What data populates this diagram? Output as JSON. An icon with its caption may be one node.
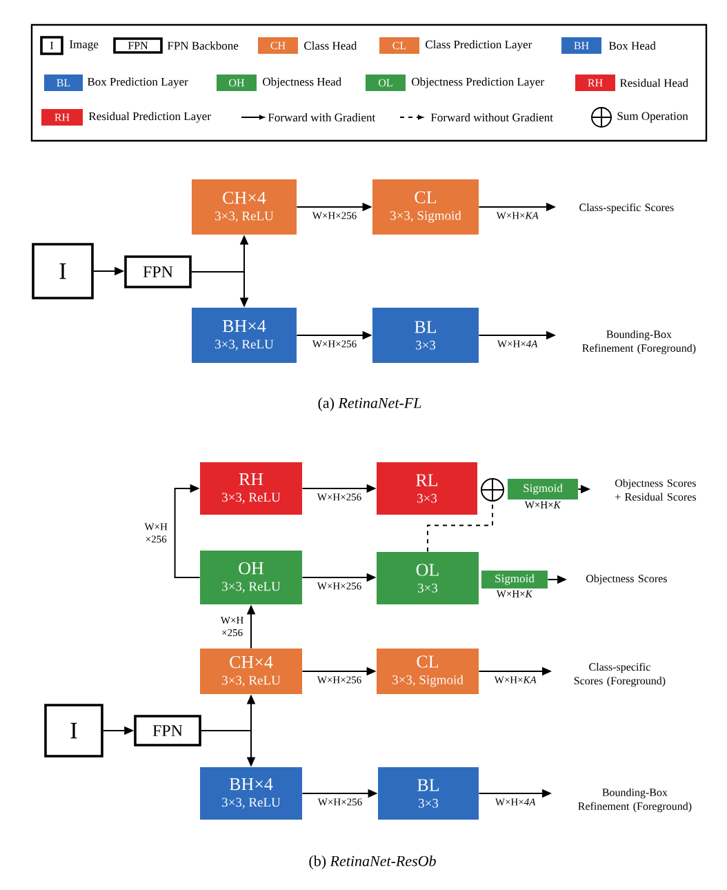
{
  "diagram": {
    "nodes": [
      {
        "text": [
          "I"
        ]
      },
      {
        "text": [
          "FPN"
        ]
      },
      {
        "text": [
          "CH×4",
          "3×3, ReLU"
        ]
      },
      {
        "text": [
          "CL",
          "3×3, Sigmoid"
        ]
      },
      {
        "text": [
          "BH×4",
          "3×3, ReLU"
        ]
      },
      {
        "text": [
          "BL",
          "3×3"
        ]
      },
      {
        "text": [
          "Class-specific Scores"
        ]
      },
      {
        "text": [
          "Bounding-Box Refinement (Foreground)"
        ]
      },
      {
        "text": [
          "RH",
          "3×3, ReLU"
        ]
      },
      {
        "text": [
          "RL",
          "3×3"
        ]
      },
      {
        "text": [],
        "shape": "circle"
      },
      {
        "text": [
          "Sigmoid"
        ],
        "beside": [
          "W×H×*K*"
        ]
      },
      {
        "text": [
          "Objectness Scores + Residual Scores"
        ]
      },
      {
        "text": [
          "OH",
          "3×3, ReLU"
        ]
      },
      {
        "text": [
          "OL",
          "3×3"
        ]
      },
      {
        "text": [
          "Sigmoid"
        ],
        "beside": [
          "W×H×*K*"
        ]
      },
      {
        "text": [
          "Objectness Scores"
        ]
      },
      {
        "text": [
          "I"
        ]
      },
      {
        "text": [
          "FPN"
        ]
      },
      {
        "text": [
          "CH×4",
          "3×3, ReLU"
        ]
      },
      {
        "text": [
          "CL",
          "3×3, Sigmoid"
        ]
      },
      {
        "text": [
          "BH×4",
          "3×3, ReLU"
        ]
      },
      {
        "text": [
          "BL",
          "3×3"
        ]
      },
      {
        "text": [
          "Class-specific Scores (Foreground)"
        ]
      },
      {
        "text": [
          "Bounding-Box Refinement (Foreground)"
        ]
      }
    ],
    "edges": [
      {
        "from": 0,
        "to": 1,
        "arrow": "to"
      },
      {
        "from": 1,
        "to": 2,
        "arrow": "to"
      },
      {
        "from": 1,
        "to": 4,
        "arrow": "to"
      },
      {
        "from": 2,
        "to": 3,
        "arrow": "to",
        "label": "W×H×256"
      },
      {
        "from": 3,
        "to": 6,
        "arrow": "to",
        "label": "W×H×*KA*"
      },
      {
        "from": 4,
        "to": 5,
        "arrow": "to",
        "label": "W×H×256"
      },
      {
        "from": 5,
        "to": 7,
        "arrow": "to",
        "label": "W×H×*4A*"
      },
      {
        "from": 17,
        "to": 18,
        "arrow": "to"
      },
      {
        "from": 18,
        "to": 19,
        "arrow": "to"
      },
      {
        "from": 18,
        "to": 21,
        "arrow": "to"
      },
      {
        "from": 19,
        "to": 13,
        "arrow": "to",
        "label": "W×H ×256"
      },
      {
        "from": 13,
        "to": 8,
        "arrow": "to",
        "label": "W×H ×256"
      },
      {
        "from": 8,
        "to": 9,
        "arrow": "to",
        "label": "W×H×256"
      },
      {
        "from": 14,
        "to": 10,
        "arrow": "none",
        "style": "dashed"
      },
      {
        "from": 11,
        "to": 12,
        "arrow": "to"
      },
      {
        "from": 13,
        "to": 14,
        "arrow": "to",
        "label": "W×H×256"
      },
      {
        "from": 15,
        "to": 16,
        "arrow": "to"
      },
      {
        "from": 19,
        "to": 20,
        "arrow": "to",
        "label": "W×H×256"
      },
      {
        "from": 20,
        "to": 23,
        "arrow": "to",
        "label": "W×H×*KA*"
      },
      {
        "from": 21,
        "to": 22,
        "arrow": "to",
        "label": "W×H×256"
      },
      {
        "from": 22,
        "to": 24,
        "arrow": "to",
        "label": "W×H×*4A*"
      }
    ],
    "labels": [
      "I",
      "FPN",
      "CH",
      "CL",
      "BH",
      "BL",
      "OH",
      "OL",
      "RH",
      "RH",
      "(a) *RetinaNet-FL*",
      "(b) *RetinaNet-ResOb*"
    ],
    "legend": [
      {
        "text": "Image"
      },
      {
        "text": "FPN Backbone"
      },
      {
        "text": "Class Head",
        "color": "#e5783a"
      },
      {
        "text": "Class Prediction Layer",
        "color": "#e5783a"
      },
      {
        "text": "Box Head",
        "color": "#2f6cbd"
      },
      {
        "text": "Box Prediction Layer",
        "color": "#2f6cbd"
      },
      {
        "text": "Objectness Head",
        "color": "#3b9a48"
      },
      {
        "text": "Objectness Prediction Layer",
        "color": "#3b9a48"
      },
      {
        "text": "Residual Head",
        "color": "#e3262a"
      },
      {
        "text": "Residual Prediction Layer",
        "color": "#e3262a"
      },
      {
        "text": "Forward with Gradient"
      },
      {
        "text": "Forward without Gradient"
      },
      {
        "text": "Sum Operation"
      }
    ]
  }
}
